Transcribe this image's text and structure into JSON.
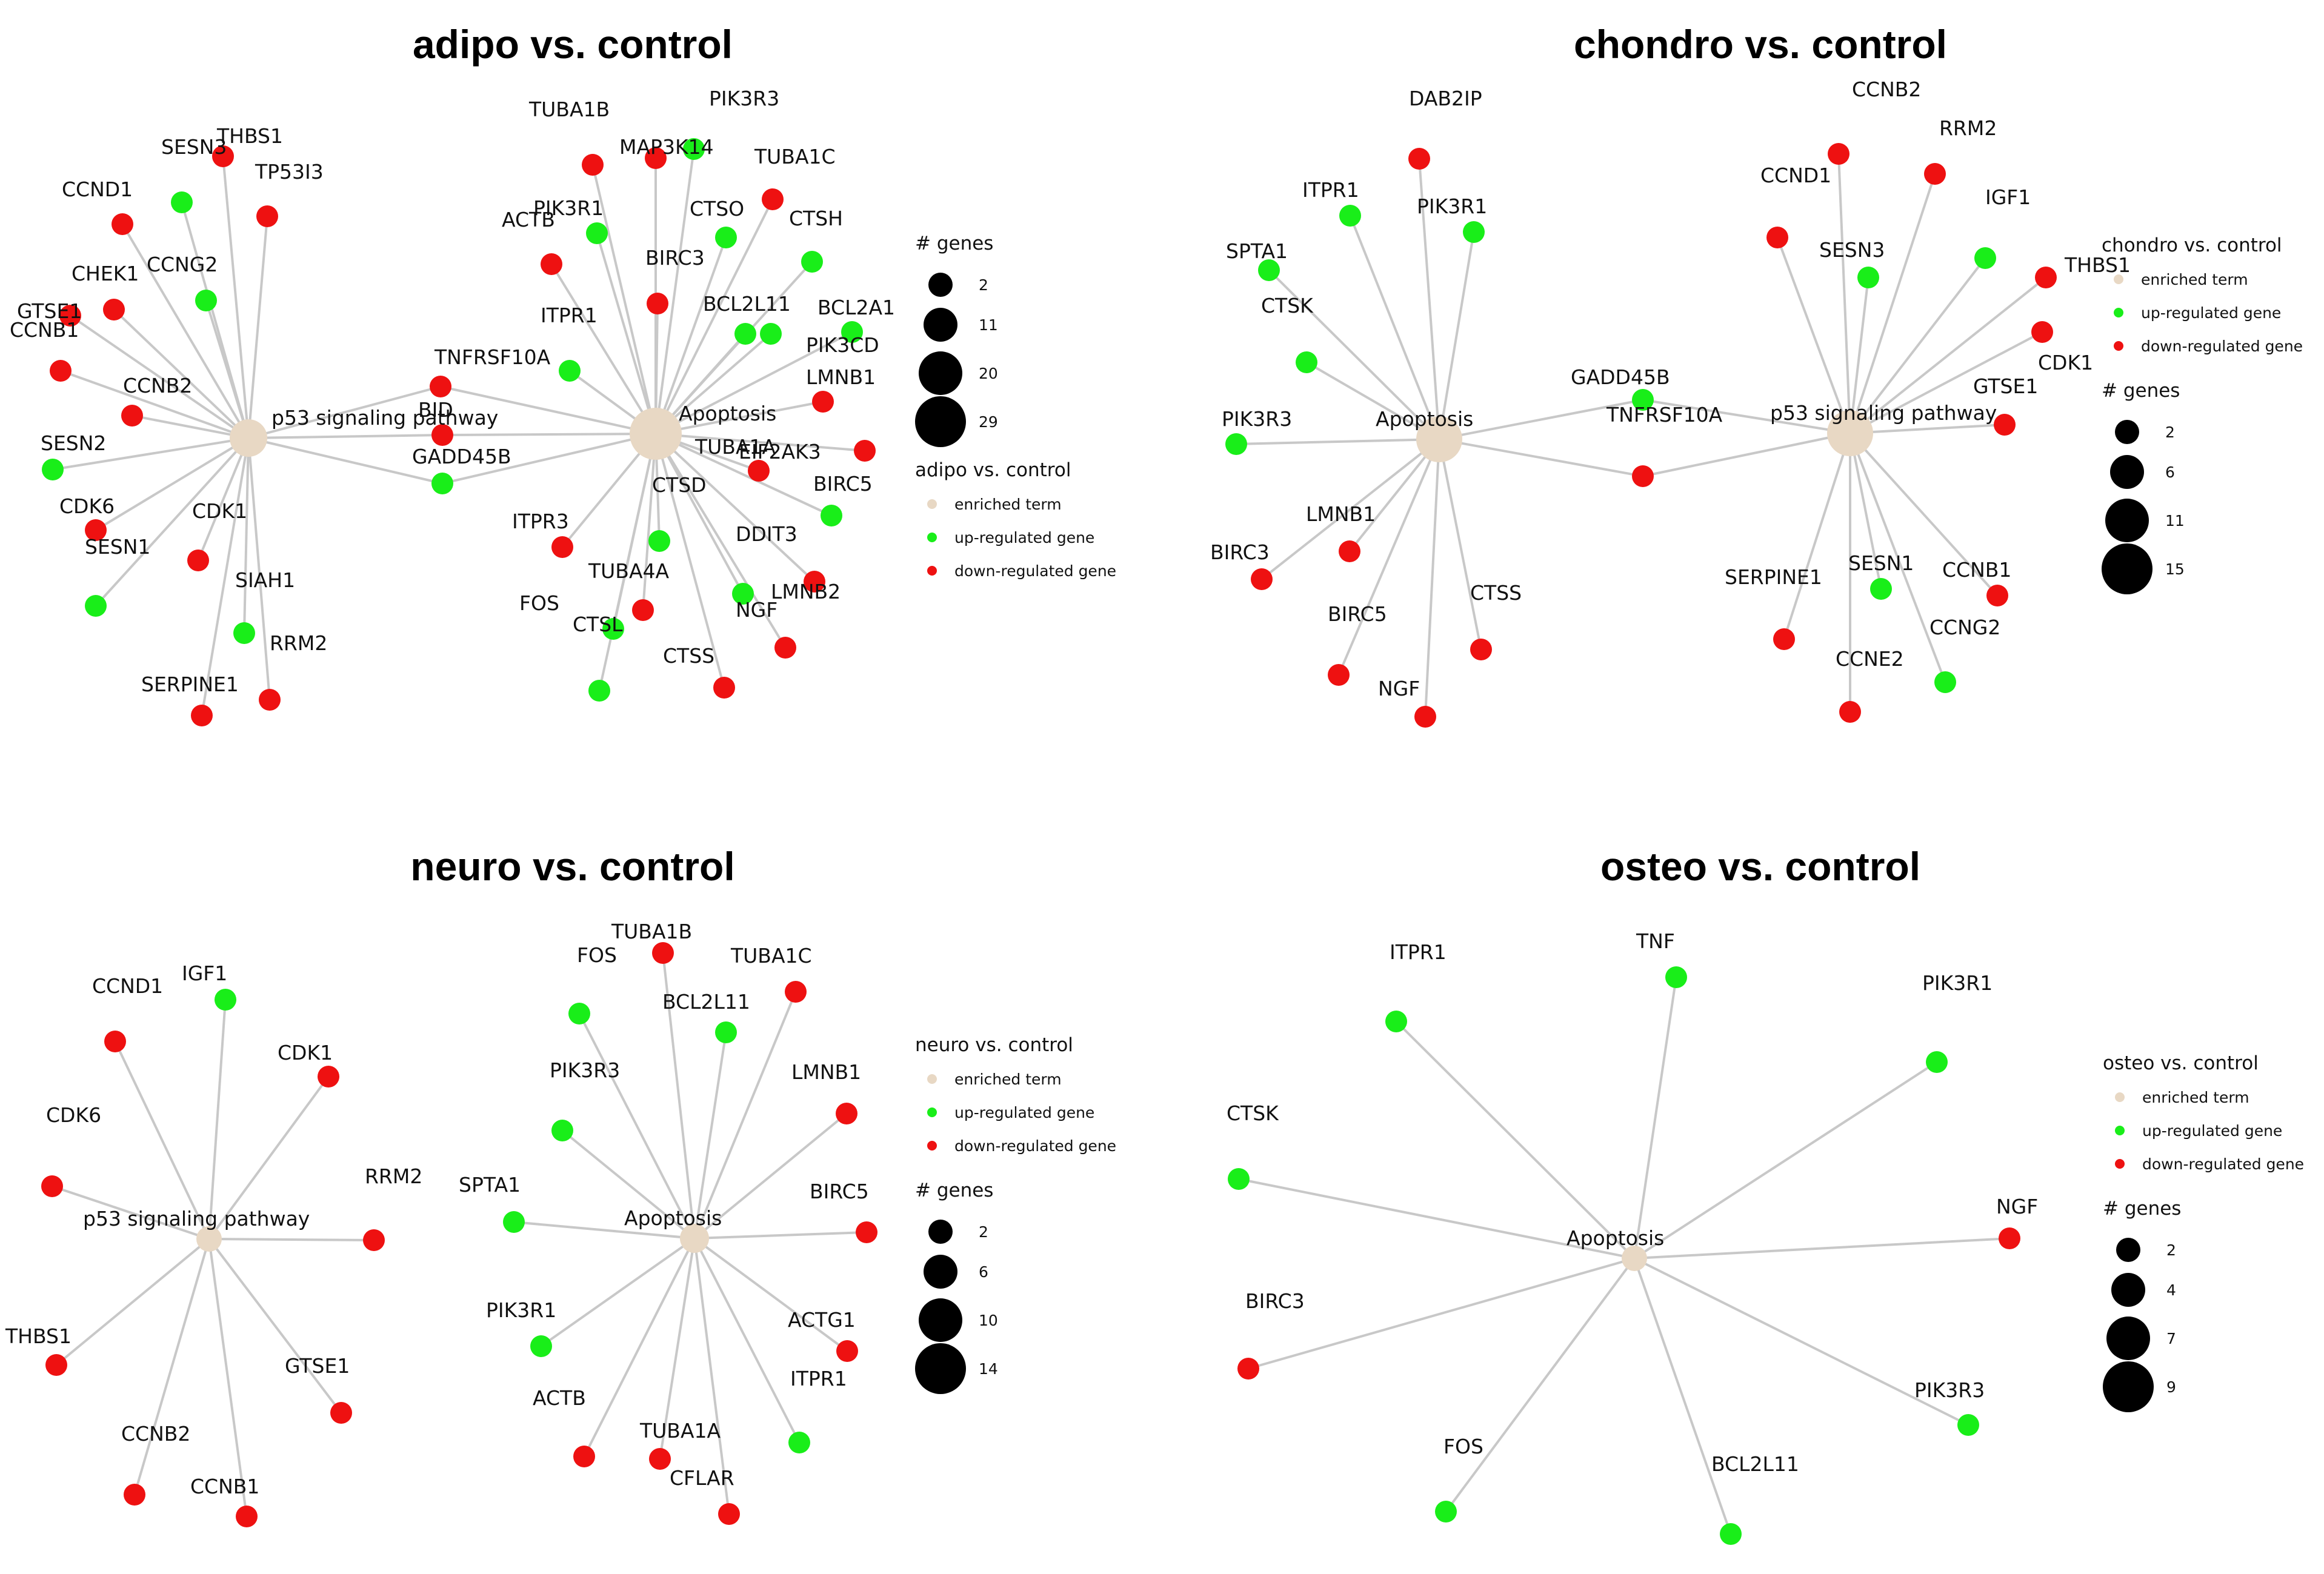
{
  "colors": {
    "enriched_term": "#e8d8c4",
    "up_regulated": "#19ee19",
    "down_regulated": "#ee1111",
    "edge": "#c8c8c8",
    "size_key": "#000000"
  },
  "panels": [
    {
      "id": "adipo",
      "title": "adipo vs. control",
      "legend": {
        "color_title": "adipo vs. control",
        "color_items": [
          "enriched term",
          "up-regulated gene",
          "down-regulated gene"
        ],
        "size_title": "# genes",
        "sizes": [
          "2",
          "11",
          "20",
          "29"
        ],
        "size_first": true
      },
      "terms": [
        {
          "label": "p53 signaling pathway",
          "genes": 29
        },
        {
          "label": "Apoptosis",
          "genes": 29
        }
      ],
      "genes": [
        {
          "label": "THBS1",
          "reg": "down",
          "terms": [
            "p53 signaling pathway"
          ]
        },
        {
          "label": "SESN3",
          "reg": "up",
          "terms": [
            "p53 signaling pathway"
          ]
        },
        {
          "label": "TP53I3",
          "reg": "down",
          "terms": [
            "p53 signaling pathway"
          ]
        },
        {
          "label": "CCND1",
          "reg": "down",
          "terms": [
            "p53 signaling pathway"
          ]
        },
        {
          "label": "CCNG2",
          "reg": "up",
          "terms": [
            "p53 signaling pathway"
          ]
        },
        {
          "label": "CHEK1",
          "reg": "down",
          "terms": [
            "p53 signaling pathway"
          ]
        },
        {
          "label": "GTSE1",
          "reg": "down",
          "terms": [
            "p53 signaling pathway"
          ]
        },
        {
          "label": "CCNB1",
          "reg": "down",
          "terms": [
            "p53 signaling pathway"
          ]
        },
        {
          "label": "SESN2",
          "reg": "up",
          "terms": [
            "p53 signaling pathway"
          ]
        },
        {
          "label": "CCNB2",
          "reg": "down",
          "terms": [
            "p53 signaling pathway"
          ]
        },
        {
          "label": "CDK6",
          "reg": "down",
          "terms": [
            "p53 signaling pathway"
          ]
        },
        {
          "label": "SESN1",
          "reg": "up",
          "terms": [
            "p53 signaling pathway"
          ]
        },
        {
          "label": "SIAH1",
          "reg": "up",
          "terms": [
            "p53 signaling pathway"
          ]
        },
        {
          "label": "CDK1",
          "reg": "down",
          "terms": [
            "p53 signaling pathway"
          ]
        },
        {
          "label": "RRM2",
          "reg": "down",
          "terms": [
            "p53 signaling pathway"
          ]
        },
        {
          "label": "SERPINE1",
          "reg": "down",
          "terms": [
            "p53 signaling pathway"
          ]
        },
        {
          "label": "TNFRSF10A",
          "reg": "down",
          "terms": [
            "p53 signaling pathway",
            "Apoptosis"
          ]
        },
        {
          "label": "BID",
          "reg": "down",
          "terms": [
            "p53 signaling pathway",
            "Apoptosis"
          ]
        },
        {
          "label": "GADD45B",
          "reg": "up",
          "terms": [
            "p53 signaling pathway",
            "Apoptosis"
          ]
        },
        {
          "label": "TUBA1B",
          "reg": "down",
          "terms": [
            "Apoptosis"
          ]
        },
        {
          "label": "PIK3R3",
          "reg": "up",
          "terms": [
            "Apoptosis"
          ]
        },
        {
          "label": "MAP3K14",
          "reg": "down",
          "terms": [
            "Apoptosis"
          ]
        },
        {
          "label": "TUBA1C",
          "reg": "down",
          "terms": [
            "Apoptosis"
          ]
        },
        {
          "label": "CTSO",
          "reg": "up",
          "terms": [
            "Apoptosis"
          ]
        },
        {
          "label": "CTSH",
          "reg": "up",
          "terms": [
            "Apoptosis"
          ]
        },
        {
          "label": "PIK3R1",
          "reg": "up",
          "terms": [
            "Apoptosis"
          ]
        },
        {
          "label": "ACTB",
          "reg": "down",
          "terms": [
            "Apoptosis"
          ]
        },
        {
          "label": "BIRC3",
          "reg": "down",
          "terms": [
            "Apoptosis"
          ]
        },
        {
          "label": "BCL2L11",
          "reg": "up",
          "terms": [
            "Apoptosis"
          ]
        },
        {
          "label": "BCL2A1",
          "reg": "up",
          "terms": [
            "Apoptosis"
          ]
        },
        {
          "label": "ITPR1",
          "reg": "up",
          "terms": [
            "Apoptosis"
          ]
        },
        {
          "label": "PIK3CD",
          "reg": "up",
          "terms": [
            "Apoptosis"
          ]
        },
        {
          "label": "LMNB1",
          "reg": "down",
          "terms": [
            "Apoptosis"
          ]
        },
        {
          "label": "TUBA1A",
          "reg": "down",
          "terms": [
            "Apoptosis"
          ]
        },
        {
          "label": "EIF2AK3",
          "reg": "down",
          "terms": [
            "Apoptosis"
          ]
        },
        {
          "label": "CTSD",
          "reg": "up",
          "terms": [
            "Apoptosis"
          ]
        },
        {
          "label": "BIRC5",
          "reg": "up",
          "terms": [
            "Apoptosis"
          ]
        },
        {
          "label": "ITPR3",
          "reg": "down",
          "terms": [
            "Apoptosis"
          ]
        },
        {
          "label": "DDIT3",
          "reg": "down",
          "terms": [
            "Apoptosis"
          ]
        },
        {
          "label": "TUBA4A",
          "reg": "down",
          "terms": [
            "Apoptosis"
          ]
        },
        {
          "label": "LMNB2",
          "reg": "up",
          "terms": [
            "Apoptosis"
          ]
        },
        {
          "label": "FOS",
          "reg": "up",
          "terms": [
            "Apoptosis"
          ]
        },
        {
          "label": "CTSL",
          "reg": "up",
          "terms": [
            "Apoptosis"
          ]
        },
        {
          "label": "NGF",
          "reg": "down",
          "terms": [
            "Apoptosis"
          ]
        },
        {
          "label": "CTSS",
          "reg": "down",
          "terms": [
            "Apoptosis"
          ]
        }
      ]
    },
    {
      "id": "chondro",
      "title": "chondro vs. control",
      "legend": {
        "color_title": "chondro vs. control",
        "color_items": [
          "enriched term",
          "up-regulated gene",
          "down-regulated gene"
        ],
        "size_title": "# genes",
        "sizes": [
          "2",
          "6",
          "11",
          "15"
        ],
        "size_first": false
      },
      "terms": [
        {
          "label": "Apoptosis",
          "genes": 15
        },
        {
          "label": "p53 signaling pathway",
          "genes": 15
        }
      ],
      "genes": [
        {
          "label": "DAB2IP",
          "reg": "down",
          "terms": [
            "Apoptosis"
          ]
        },
        {
          "label": "ITPR1",
          "reg": "up",
          "terms": [
            "Apoptosis"
          ]
        },
        {
          "label": "PIK3R1",
          "reg": "up",
          "terms": [
            "Apoptosis"
          ]
        },
        {
          "label": "SPTA1",
          "reg": "up",
          "terms": [
            "Apoptosis"
          ]
        },
        {
          "label": "CTSK",
          "reg": "up",
          "terms": [
            "Apoptosis"
          ]
        },
        {
          "label": "PIK3R3",
          "reg": "up",
          "terms": [
            "Apoptosis"
          ]
        },
        {
          "label": "LMNB1",
          "reg": "down",
          "terms": [
            "Apoptosis"
          ]
        },
        {
          "label": "BIRC3",
          "reg": "down",
          "terms": [
            "Apoptosis"
          ]
        },
        {
          "label": "BIRC5",
          "reg": "down",
          "terms": [
            "Apoptosis"
          ]
        },
        {
          "label": "CTSS",
          "reg": "down",
          "terms": [
            "Apoptosis"
          ]
        },
        {
          "label": "NGF",
          "reg": "down",
          "terms": [
            "Apoptosis"
          ]
        },
        {
          "label": "GADD45B",
          "reg": "up",
          "terms": [
            "Apoptosis",
            "p53 signaling pathway"
          ]
        },
        {
          "label": "TNFRSF10A",
          "reg": "down",
          "terms": [
            "Apoptosis",
            "p53 signaling pathway"
          ]
        },
        {
          "label": "CCNB2",
          "reg": "down",
          "terms": [
            "p53 signaling pathway"
          ]
        },
        {
          "label": "RRM2",
          "reg": "down",
          "terms": [
            "p53 signaling pathway"
          ]
        },
        {
          "label": "CCND1",
          "reg": "down",
          "terms": [
            "p53 signaling pathway"
          ]
        },
        {
          "label": "IGF1",
          "reg": "up",
          "terms": [
            "p53 signaling pathway"
          ]
        },
        {
          "label": "SESN3",
          "reg": "up",
          "terms": [
            "p53 signaling pathway"
          ]
        },
        {
          "label": "THBS1",
          "reg": "down",
          "terms": [
            "p53 signaling pathway"
          ]
        },
        {
          "label": "CDK1",
          "reg": "down",
          "terms": [
            "p53 signaling pathway"
          ]
        },
        {
          "label": "GTSE1",
          "reg": "down",
          "terms": [
            "p53 signaling pathway"
          ]
        },
        {
          "label": "SESN1",
          "reg": "up",
          "terms": [
            "p53 signaling pathway"
          ]
        },
        {
          "label": "SERPINE1",
          "reg": "down",
          "terms": [
            "p53 signaling pathway"
          ]
        },
        {
          "label": "CCNB1",
          "reg": "down",
          "terms": [
            "p53 signaling pathway"
          ]
        },
        {
          "label": "CCNE2",
          "reg": "down",
          "terms": [
            "p53 signaling pathway"
          ]
        },
        {
          "label": "CCNG2",
          "reg": "up",
          "terms": [
            "p53 signaling pathway"
          ]
        }
      ]
    },
    {
      "id": "neuro",
      "title": "neuro vs. control",
      "legend": {
        "color_title": "neuro vs. control",
        "color_items": [
          "enriched term",
          "up-regulated gene",
          "down-regulated gene"
        ],
        "size_title": "# genes",
        "sizes": [
          "2",
          "6",
          "10",
          "14"
        ],
        "size_first": false
      },
      "terms": [
        {
          "label": "p53 signaling pathway",
          "genes": 10
        },
        {
          "label": "Apoptosis",
          "genes": 14
        }
      ],
      "genes": [
        {
          "label": "CCND1",
          "reg": "down",
          "terms": [
            "p53 signaling pathway"
          ]
        },
        {
          "label": "IGF1",
          "reg": "up",
          "terms": [
            "p53 signaling pathway"
          ]
        },
        {
          "label": "CDK1",
          "reg": "down",
          "terms": [
            "p53 signaling pathway"
          ]
        },
        {
          "label": "CDK6",
          "reg": "down",
          "terms": [
            "p53 signaling pathway"
          ]
        },
        {
          "label": "RRM2",
          "reg": "down",
          "terms": [
            "p53 signaling pathway"
          ]
        },
        {
          "label": "THBS1",
          "reg": "down",
          "terms": [
            "p53 signaling pathway"
          ]
        },
        {
          "label": "GTSE1",
          "reg": "down",
          "terms": [
            "p53 signaling pathway"
          ]
        },
        {
          "label": "CCNB2",
          "reg": "down",
          "terms": [
            "p53 signaling pathway"
          ]
        },
        {
          "label": "CCNB1",
          "reg": "down",
          "terms": [
            "p53 signaling pathway"
          ]
        },
        {
          "label": "TUBA1B",
          "reg": "down",
          "terms": [
            "Apoptosis"
          ]
        },
        {
          "label": "FOS",
          "reg": "up",
          "terms": [
            "Apoptosis"
          ]
        },
        {
          "label": "TUBA1C",
          "reg": "down",
          "terms": [
            "Apoptosis"
          ]
        },
        {
          "label": "BCL2L11",
          "reg": "up",
          "terms": [
            "Apoptosis"
          ]
        },
        {
          "label": "LMNB1",
          "reg": "down",
          "terms": [
            "Apoptosis"
          ]
        },
        {
          "label": "PIK3R3",
          "reg": "up",
          "terms": [
            "Apoptosis"
          ]
        },
        {
          "label": "SPTA1",
          "reg": "up",
          "terms": [
            "Apoptosis"
          ]
        },
        {
          "label": "BIRC5",
          "reg": "down",
          "terms": [
            "Apoptosis"
          ]
        },
        {
          "label": "PIK3R1",
          "reg": "up",
          "terms": [
            "Apoptosis"
          ]
        },
        {
          "label": "ACTG1",
          "reg": "down",
          "terms": [
            "Apoptosis"
          ]
        },
        {
          "label": "ACTB",
          "reg": "down",
          "terms": [
            "Apoptosis"
          ]
        },
        {
          "label": "ITPR1",
          "reg": "up",
          "terms": [
            "Apoptosis"
          ]
        },
        {
          "label": "TUBA1A",
          "reg": "down",
          "terms": [
            "Apoptosis"
          ]
        },
        {
          "label": "CFLAR",
          "reg": "down",
          "terms": [
            "Apoptosis"
          ]
        }
      ]
    },
    {
      "id": "osteo",
      "title": "osteo vs. control",
      "legend": {
        "color_title": "osteo vs. control",
        "color_items": [
          "enriched term",
          "up-regulated gene",
          "down-regulated gene"
        ],
        "size_title": "# genes",
        "sizes": [
          "2",
          "4",
          "7",
          "9"
        ],
        "size_first": false
      },
      "terms": [
        {
          "label": "Apoptosis",
          "genes": 9
        }
      ],
      "genes": [
        {
          "label": "ITPR1",
          "reg": "up",
          "terms": [
            "Apoptosis"
          ]
        },
        {
          "label": "TNF",
          "reg": "up",
          "terms": [
            "Apoptosis"
          ]
        },
        {
          "label": "PIK3R1",
          "reg": "up",
          "terms": [
            "Apoptosis"
          ]
        },
        {
          "label": "CTSK",
          "reg": "up",
          "terms": [
            "Apoptosis"
          ]
        },
        {
          "label": "NGF",
          "reg": "down",
          "terms": [
            "Apoptosis"
          ]
        },
        {
          "label": "BIRC3",
          "reg": "down",
          "terms": [
            "Apoptosis"
          ]
        },
        {
          "label": "PIK3R3",
          "reg": "up",
          "terms": [
            "Apoptosis"
          ]
        },
        {
          "label": "FOS",
          "reg": "up",
          "terms": [
            "Apoptosis"
          ]
        },
        {
          "label": "BCL2L11",
          "reg": "up",
          "terms": [
            "Apoptosis"
          ]
        }
      ]
    }
  ]
}
